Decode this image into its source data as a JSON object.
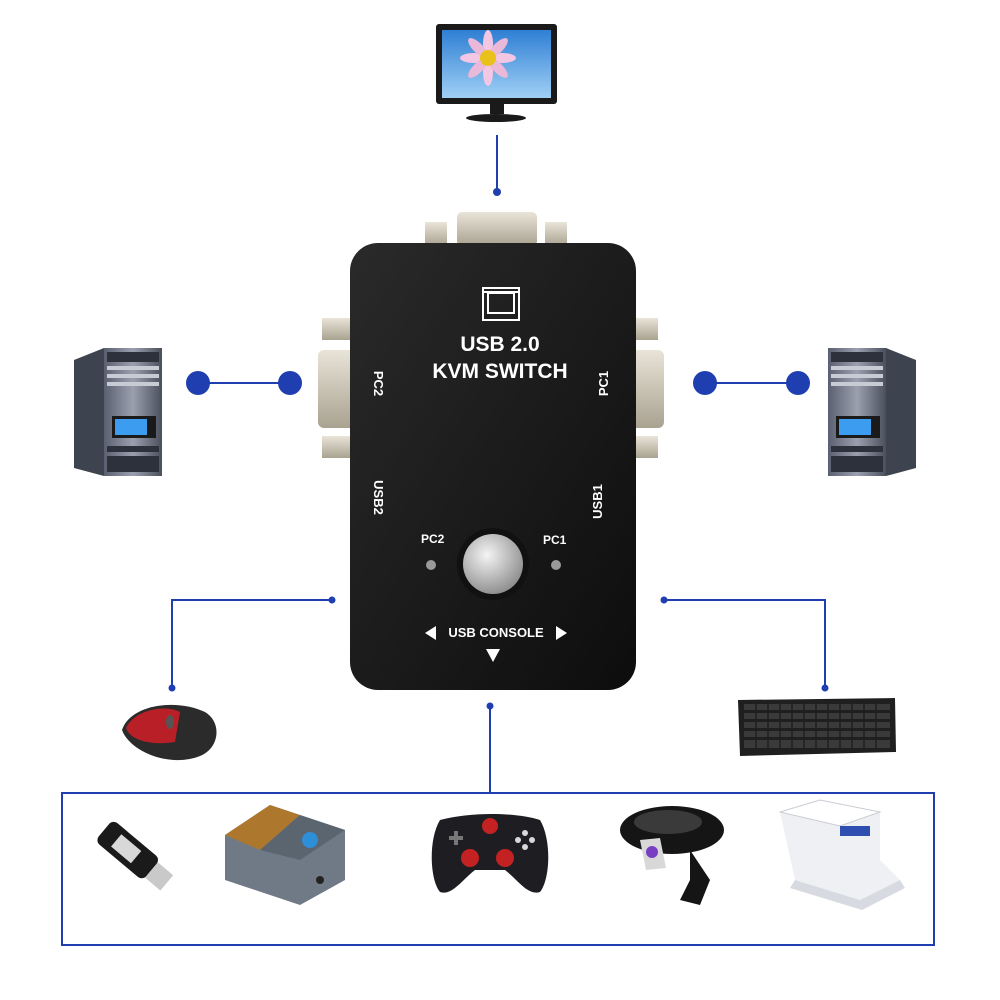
{
  "switch": {
    "title_line1": "USB 2.0",
    "title_line2": "KVM SWITCH",
    "port_left": "PC2",
    "port_right": "PC1",
    "usb_left": "USB2",
    "usb_right": "USB1",
    "led_left": "PC2",
    "led_right": "PC1",
    "console_label": "USB CONSOLE"
  },
  "colors": {
    "connector": "#1f3fb0",
    "device_body": "#1a1a1a",
    "text": "#ffffff"
  },
  "devices": {
    "top": "monitor-icon",
    "left": "pc-tower-icon",
    "right": "pc-tower-icon",
    "bottom_left": "mouse-icon",
    "bottom_right": "keyboard-icon",
    "row": [
      "usb-flash-drive-icon",
      "receipt-printer-icon",
      "gamepad-icon",
      "webcam-icon",
      "scanner-icon"
    ]
  }
}
